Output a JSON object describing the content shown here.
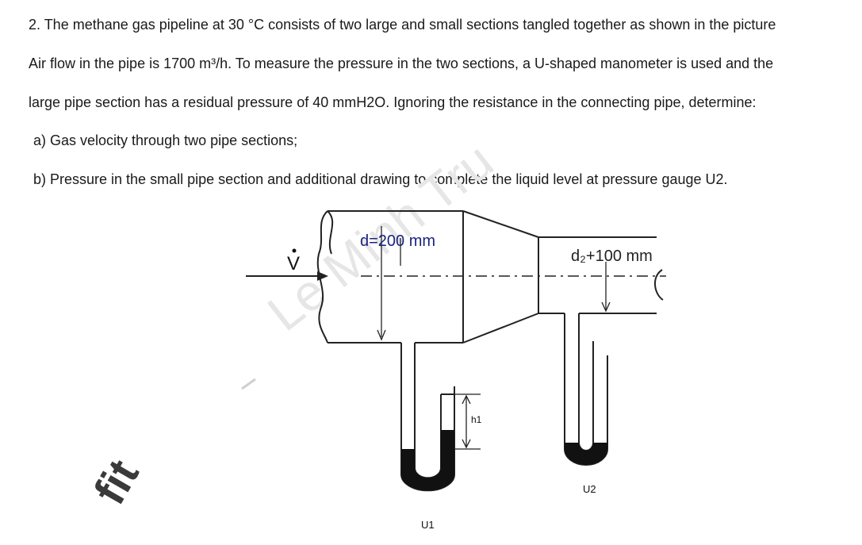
{
  "problem": {
    "line1": "2. The methane gas pipeline at 30 °C consists of two large and small sections tangled together as shown in the picture",
    "line2": "Air flow in the pipe is 1700 m³/h. To measure the pressure in the two sections, a U-shaped manometer is used and the",
    "line3": "large pipe section has a residual pressure of 40 mmH2O. Ignoring the resistance in the connecting pipe, determine:",
    "part_a": "a) Gas velocity through two pipe sections;",
    "part_b": "b) Pressure in the small pipe section and additional drawing to complete the liquid level at pressure gauge U2."
  },
  "figure": {
    "flow_symbol": "V",
    "large_diameter_label": "d=200 mm",
    "small_diameter_label": "d₂+100 mm",
    "height_label": "h1",
    "gauge1_label": "U1",
    "gauge2_label": "U2"
  },
  "watermark": {
    "text_top": "Le Minh Tru",
    "text_bottom": "fit",
    "color": "#e6e6e6"
  }
}
